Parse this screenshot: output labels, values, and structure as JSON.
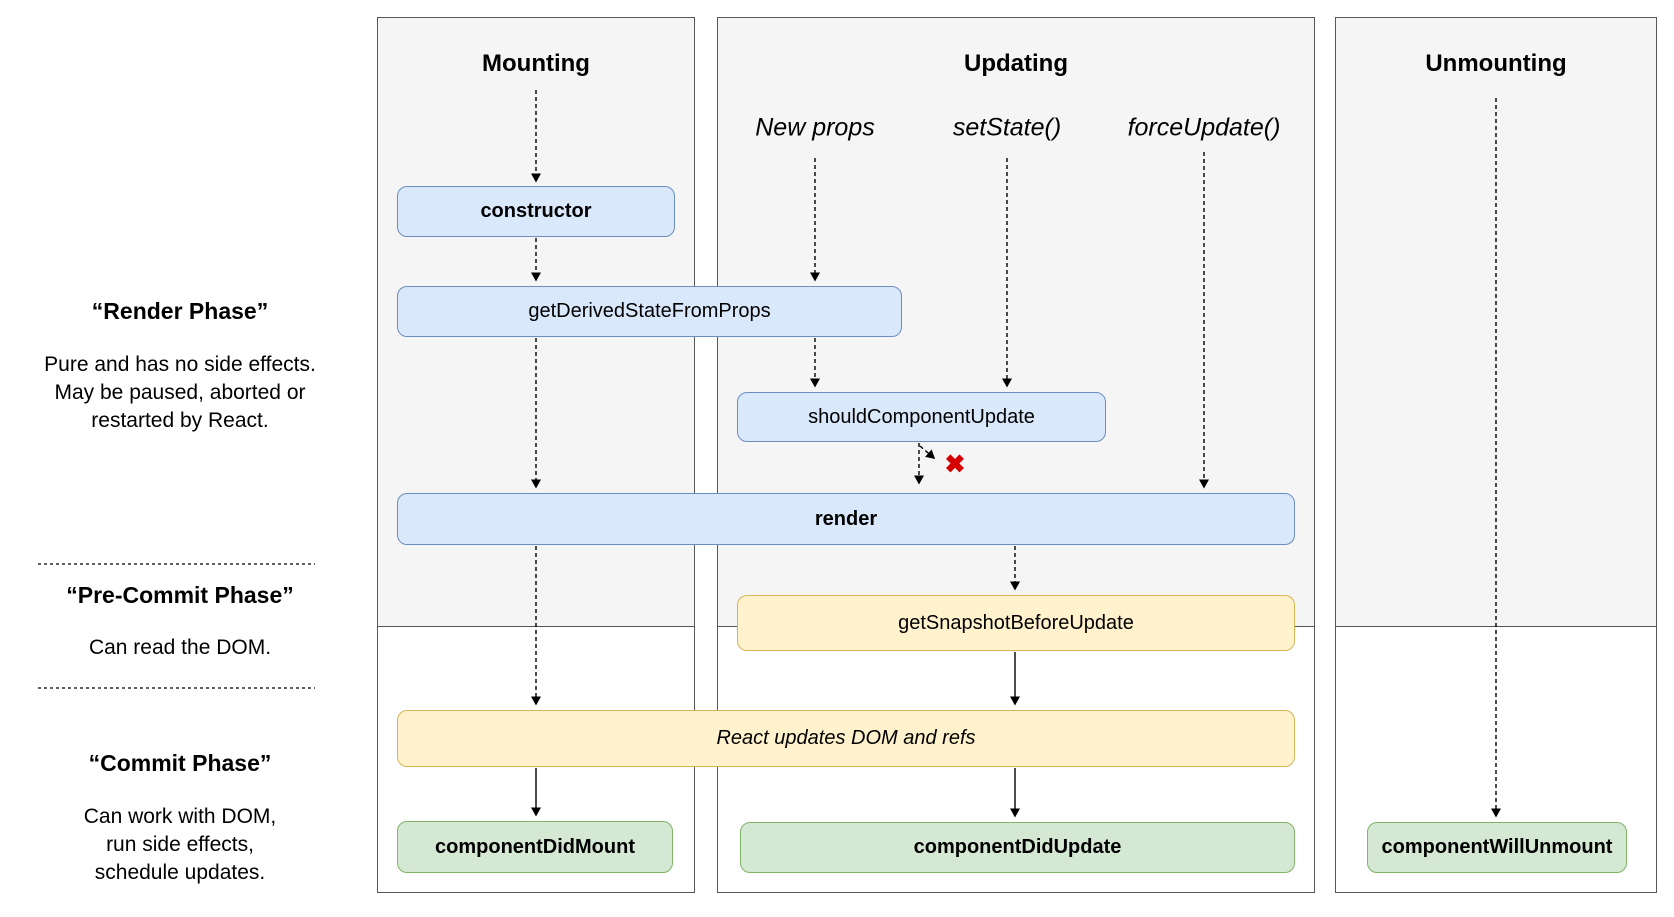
{
  "left_panel": {
    "sections": [
      {
        "title": "“Render Phase”",
        "lines": [
          "Pure and has no side effects.",
          "May be paused, aborted or",
          "restarted by React."
        ]
      },
      {
        "title": "“Pre-Commit Phase”",
        "lines": [
          "Can read the DOM."
        ]
      },
      {
        "title": "“Commit Phase”",
        "lines": [
          "Can work with DOM,",
          "run side effects,",
          "schedule updates."
        ]
      }
    ]
  },
  "columns": {
    "mounting": {
      "header": "Mounting"
    },
    "updating": {
      "header": "Updating",
      "triggers": {
        "new_props": "New props",
        "set_state": "setState()",
        "force_update": "forceUpdate()"
      }
    },
    "unmounting": {
      "header": "Unmounting"
    }
  },
  "boxes": {
    "constructor": {
      "label": "constructor"
    },
    "get_derived_state_from_props": {
      "label": "getDerivedStateFromProps"
    },
    "should_component_update": {
      "label": "shouldComponentUpdate"
    },
    "render": {
      "label": "render"
    },
    "get_snapshot_before_update": {
      "label": "getSnapshotBeforeUpdate"
    },
    "react_updates_dom": {
      "label": "React updates DOM and refs"
    },
    "component_did_mount": {
      "label": "componentDidMount"
    },
    "component_did_update": {
      "label": "componentDidUpdate"
    },
    "component_will_unmount": {
      "label": "componentWillUnmount"
    }
  },
  "icons": {
    "skip_x": "✖"
  },
  "colors": {
    "lifecycle_box_fill": "#dae8fc",
    "lifecycle_box_border": "#6c8ebf",
    "dom_box_fill": "#fff2cc",
    "dom_box_border": "#d6b656",
    "commit_box_fill": "#d5e8d4",
    "commit_box_border": "#82b366",
    "column_fill": "#f5f5f5",
    "column_border": "#565656",
    "skip_x_color": "#d50000",
    "arrow_color": "#000000"
  }
}
